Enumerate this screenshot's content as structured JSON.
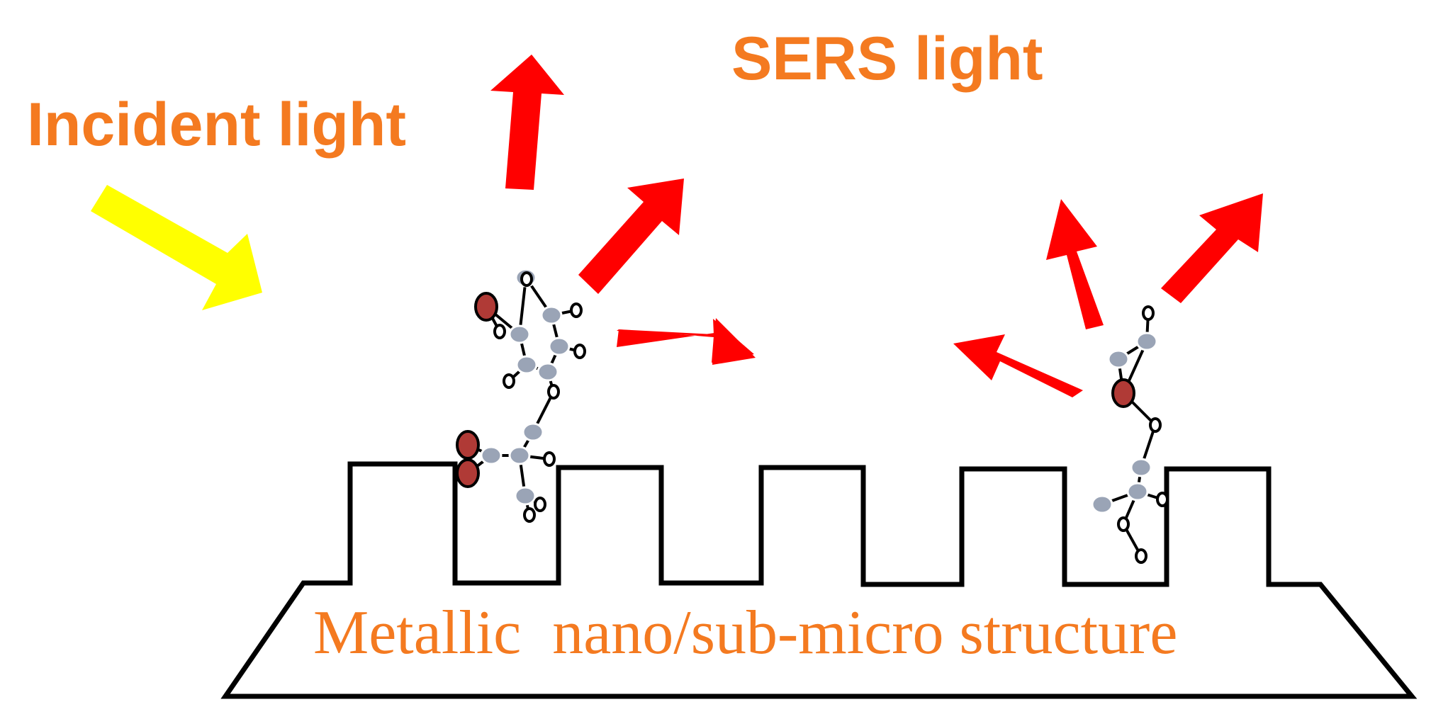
{
  "labels": {
    "incident": "Incident light",
    "sers": "SERS light",
    "substrate": "Metallic  nano/sub-micro structure"
  },
  "colors": {
    "label": "#f47a20",
    "incident_arrow": "#ffff00",
    "sers_arrow": "#ff0000",
    "outline": "#000000",
    "atom_gray": "#9aa4b6",
    "atom_red": "#b03a36"
  }
}
